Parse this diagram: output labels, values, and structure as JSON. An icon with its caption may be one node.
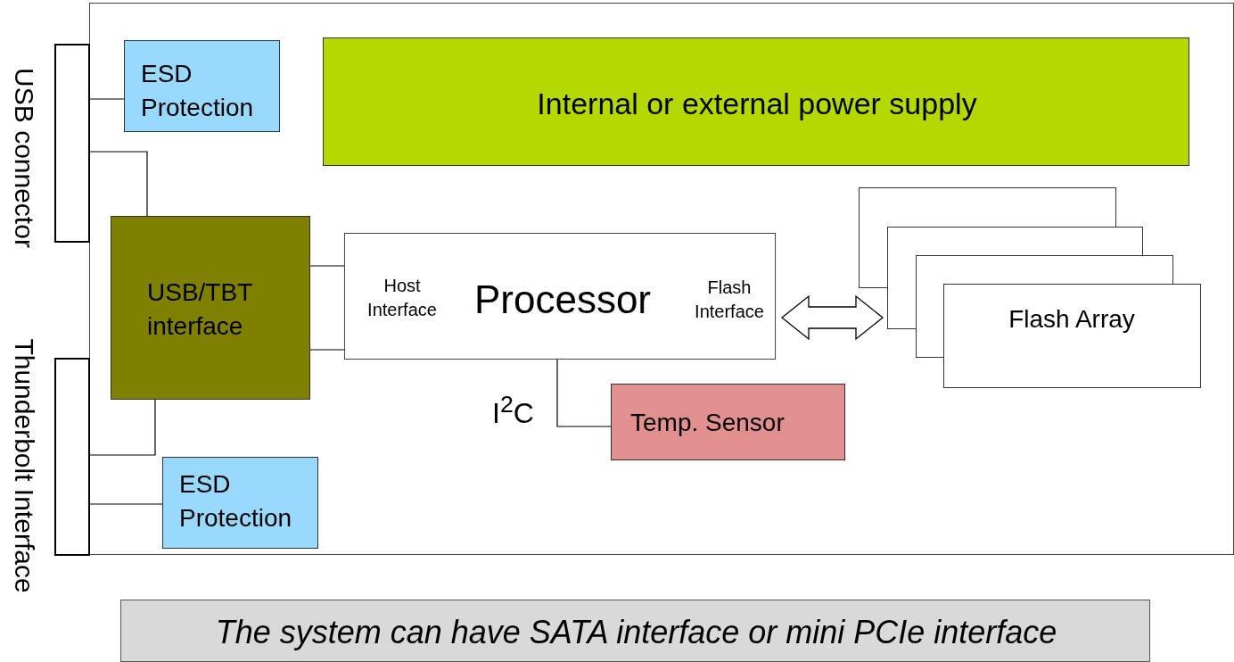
{
  "diagram": {
    "nodes": [
      {
        "text": [],
        "shape": "box"
      },
      {
        "text": [
          "USB connector"
        ]
      },
      {
        "text": [
          "Thunderbolt Interface"
        ]
      },
      {
        "text": [
          "ESD Protection"
        ],
        "in": 0
      },
      {
        "text": [
          "Internal or external power supply"
        ],
        "in": 0
      },
      {
        "text": [
          "USB/TBT interface"
        ],
        "in": 0
      },
      {
        "text": [
          "Host Interface",
          "Processor",
          "Flash Interface"
        ],
        "in": 0
      },
      {
        "text": [
          "Flash Array"
        ],
        "in": 0
      },
      {
        "text": [
          "Temp. Sensor"
        ],
        "in": 0
      },
      {
        "text": [
          "ESD Protection"
        ],
        "in": 0
      },
      {
        "text": [
          "The system can have SATA interface or mini PCIe interface"
        ]
      }
    ],
    "edges": [
      {
        "from": 1,
        "to": 3,
        "arrow": "none"
      },
      {
        "from": 1,
        "to": 5,
        "arrow": "none"
      },
      {
        "from": 5,
        "to": 6,
        "arrow": "none"
      },
      {
        "from": 5,
        "to": 6,
        "arrow": "none"
      },
      {
        "from": 6,
        "to": 7,
        "arrow": "both",
        "style": "thick"
      },
      {
        "from": 6,
        "to": 8,
        "arrow": "none",
        "label": "I$^{2}$C"
      },
      {
        "from": 2,
        "to": 5,
        "arrow": "none"
      },
      {
        "from": 2,
        "to": 9,
        "arrow": "none"
      }
    ]
  }
}
